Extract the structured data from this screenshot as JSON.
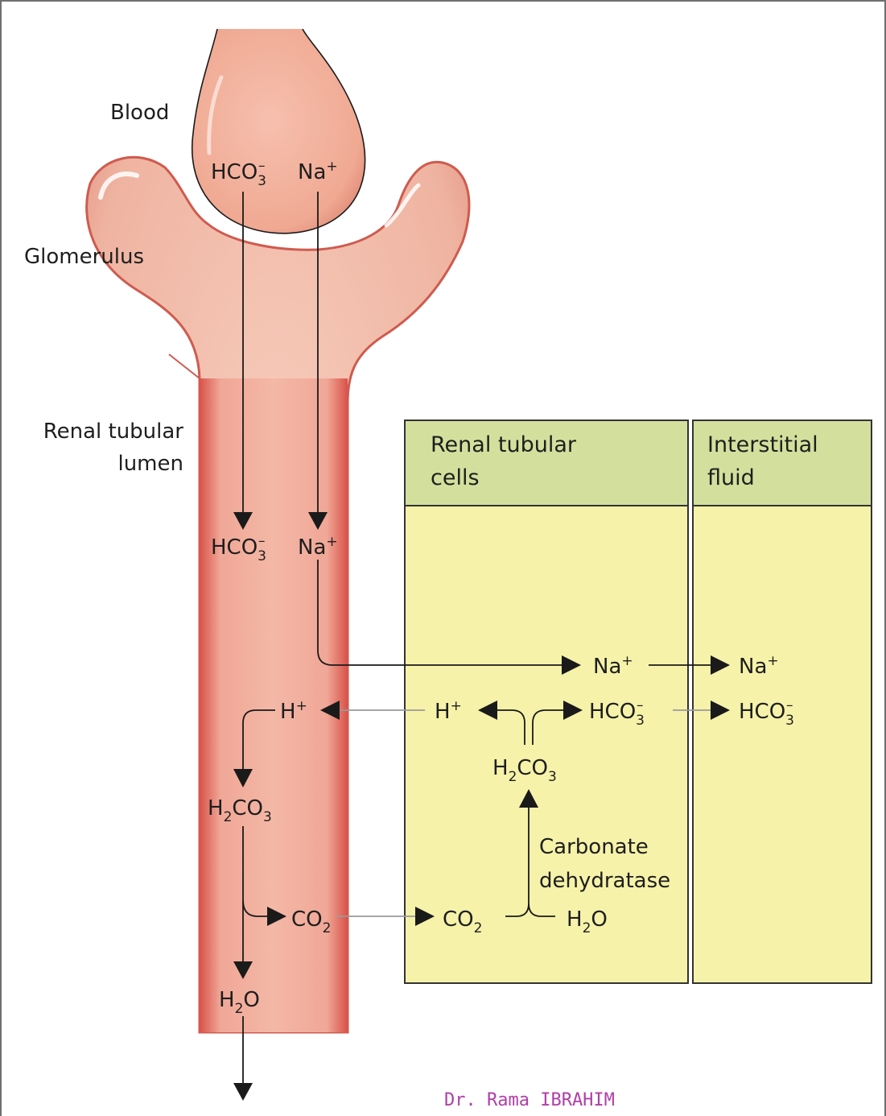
{
  "labels": {
    "blood": "Blood",
    "glomerulus": "Glomerulus",
    "lumen_line1": "Renal tubular",
    "lumen_line2": "lumen",
    "enzyme_line1": "Carbonate",
    "enzyme_line2": "dehydratase"
  },
  "panels": {
    "cells_line1": "Renal tubular",
    "cells_line2": "cells",
    "fluid_line1": "Interstitial",
    "fluid_line2": "fluid"
  },
  "species": {
    "hco3": "HCO",
    "hco3_sub": "3",
    "hco3_sup": "–",
    "na": "Na",
    "na_sup": "+",
    "h": "H",
    "h_sup": "+",
    "h2co3_a": "H",
    "h2co3_sub1": "2",
    "h2co3_b": "CO",
    "h2co3_sub2": "3",
    "co2": "CO",
    "co2_sub": "2",
    "h2o_a": "H",
    "h2o_sub": "2",
    "h2o_b": "O"
  },
  "colors": {
    "tubule_body": "#f2b9a6",
    "tubule_edge": "#d9524a",
    "blood_fill": "#f1ad9b",
    "panel_header": "#d3e09d",
    "panel_body": "#f6f2a9"
  },
  "credit": "Dr. Rama IBRAHIM"
}
